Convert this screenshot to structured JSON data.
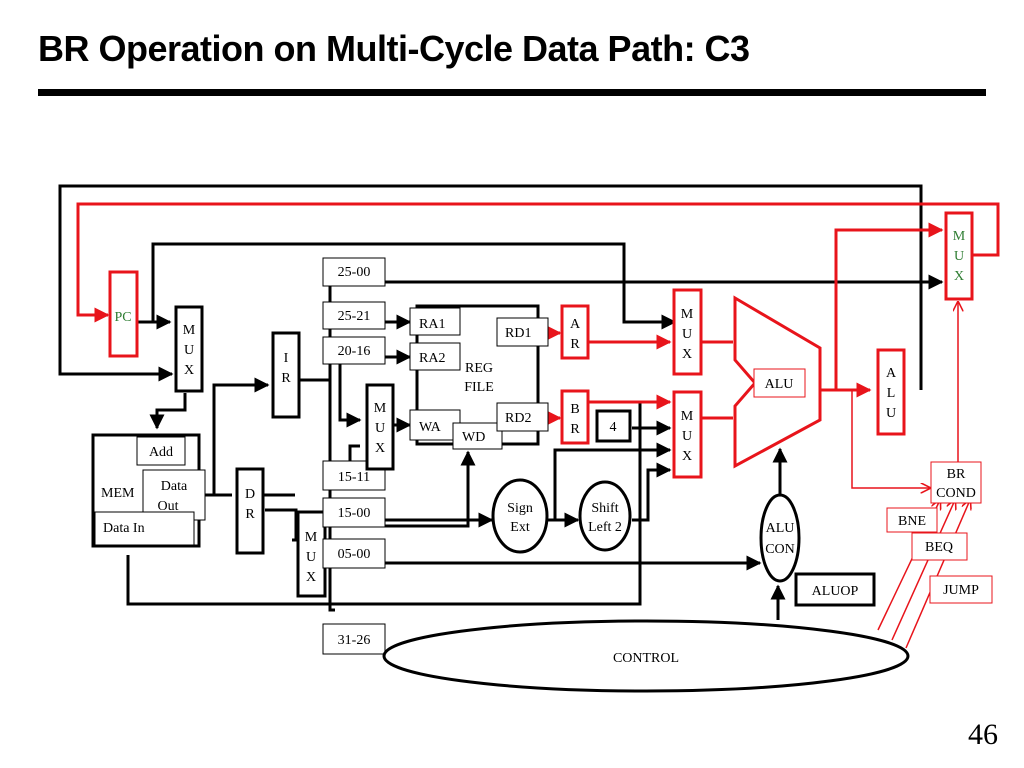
{
  "title": "BR Operation on Multi-Cycle Data Path: C3",
  "page_number": "46",
  "colors": {
    "active": "#e8141b",
    "normal": "#000000",
    "pc_label": "#2e7d32"
  },
  "labels": {
    "pc": "PC",
    "mux": [
      "M",
      "U",
      "X"
    ],
    "mem": "MEM",
    "add": "Add",
    "data_out": [
      "Data",
      "Out"
    ],
    "data_in": "Data In",
    "ir": [
      "I",
      "R"
    ],
    "dr": [
      "D",
      "R"
    ],
    "bits_25_00": "25-00",
    "bits_25_21": "25-21",
    "bits_20_16": "20-16",
    "bits_15_11": "15-11",
    "bits_15_00": "15-00",
    "bits_05_00": "05-00",
    "bits_31_26": "31-26",
    "ra1": "RA1",
    "ra2": "RA2",
    "wa": "WA",
    "wd": "WD",
    "rd1": "RD1",
    "rd2": "RD2",
    "reg_file": [
      "REG",
      "FILE"
    ],
    "a_reg": [
      "A",
      "R"
    ],
    "b_reg": [
      "B",
      "R"
    ],
    "four": "4",
    "alu": "ALU",
    "alu_out": [
      "A",
      "L",
      "U"
    ],
    "sign_ext": [
      "Sign",
      "Ext"
    ],
    "shift_left": [
      "Shift",
      "Left 2"
    ],
    "alu_con": [
      "ALU",
      "CON"
    ],
    "aluop": "ALUOP",
    "control": "CONTROL",
    "br_cond": [
      "BR",
      "COND"
    ],
    "bne": "BNE",
    "beq": "BEQ",
    "jump": "JUMP"
  }
}
